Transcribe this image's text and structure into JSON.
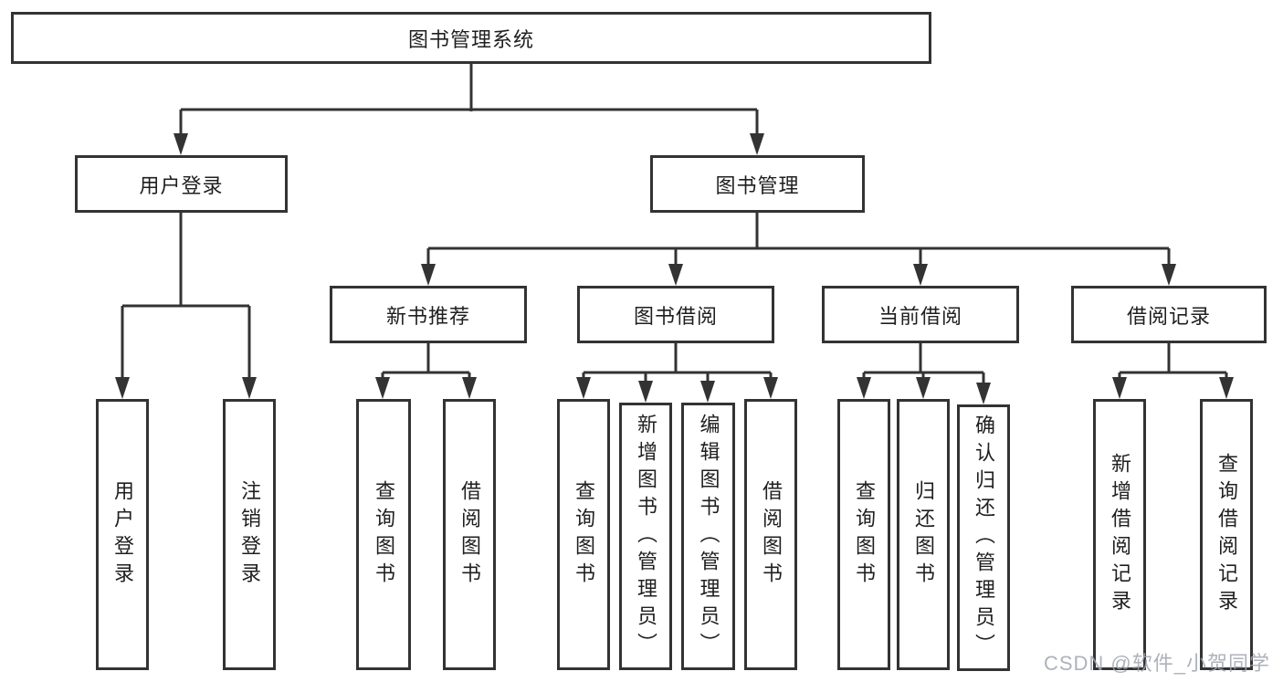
{
  "tree": {
    "label": "图书管理系统",
    "children": [
      {
        "label": "用户登录",
        "children": [
          {
            "label": "用户登录"
          },
          {
            "label": "注销登录"
          }
        ]
      },
      {
        "label": "图书管理",
        "children": [
          {
            "label": "新书推荐",
            "children": [
              {
                "label": "查询图书"
              },
              {
                "label": "借阅图书"
              }
            ]
          },
          {
            "label": "图书借阅",
            "children": [
              {
                "label": "查询图书"
              },
              {
                "label": "新增图书（管理员）"
              },
              {
                "label": "编辑图书（管理员）"
              },
              {
                "label": "借阅图书"
              }
            ]
          },
          {
            "label": "当前借阅",
            "children": [
              {
                "label": "查询图书"
              },
              {
                "label": "归还图书"
              },
              {
                "label": "确认归还（管理员）"
              }
            ]
          },
          {
            "label": "借阅记录",
            "children": [
              {
                "label": "新增借阅记录"
              },
              {
                "label": "查询借阅记录"
              }
            ]
          }
        ]
      }
    ]
  },
  "watermark": {
    "text": "CSDN @软件_小贺同学"
  },
  "colors": {
    "line": "#333333",
    "box_background": "#ffffff",
    "text": "#1f1f1f",
    "watermark": "#a0a5af"
  }
}
